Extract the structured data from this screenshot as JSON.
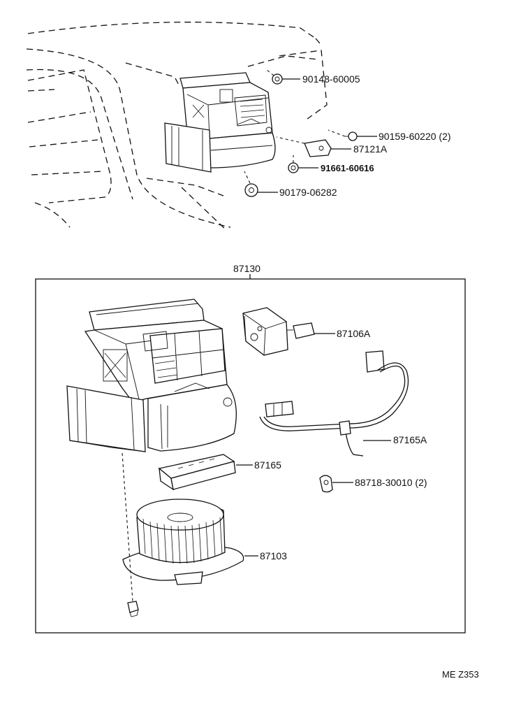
{
  "diagram": {
    "assembly_label": "87130",
    "figure_code": "ME Z353",
    "callouts": [
      {
        "id": "c1",
        "text": "90148-60005"
      },
      {
        "id": "c2",
        "text": "90159-60220 (2)"
      },
      {
        "id": "c3",
        "text": "87121A"
      },
      {
        "id": "c4",
        "text": "91661-60616"
      },
      {
        "id": "c5",
        "text": "90179-06282"
      },
      {
        "id": "c6",
        "text": "87106A"
      },
      {
        "id": "c7",
        "text": "87165A"
      },
      {
        "id": "c8",
        "text": "87165"
      },
      {
        "id": "c9",
        "text": "88718-30010 (2)"
      },
      {
        "id": "c10",
        "text": "87103"
      }
    ],
    "stroke_color": "#111111",
    "background_color": "#ffffff"
  }
}
